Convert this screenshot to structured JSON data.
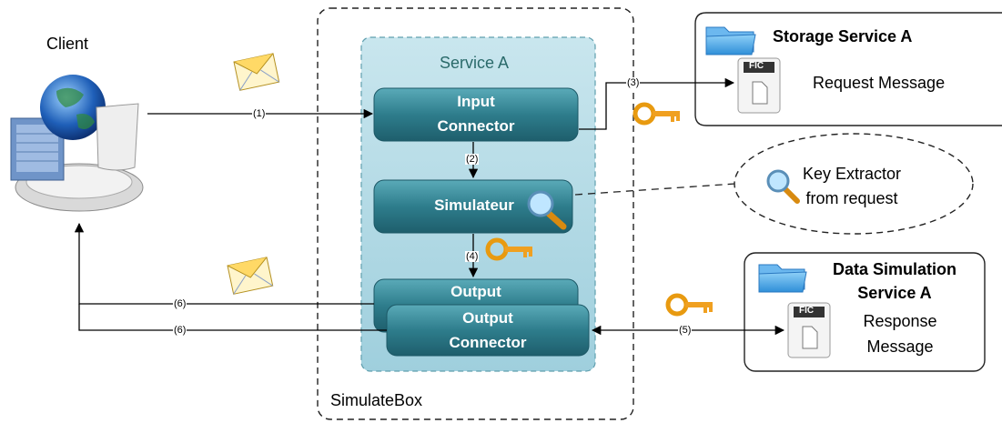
{
  "client": {
    "label": "Client"
  },
  "container": {
    "label": "SimulateBox"
  },
  "service": {
    "title": "Service A",
    "input_connector": [
      "Input",
      "Connector"
    ],
    "simulateur": "Simulateur",
    "output_connector_back": "Output",
    "output_connector": [
      "Output",
      "Connector"
    ]
  },
  "storage": {
    "title": "Storage Service A",
    "file_tag": "FIC",
    "item": "Request Message"
  },
  "key_extractor": {
    "lines": [
      "Key Extractor",
      "from request"
    ]
  },
  "data_sim": {
    "title": [
      "Data Simulation",
      "Service A"
    ],
    "file_tag": "FIC",
    "item": [
      "Response",
      "Message"
    ]
  },
  "edges": {
    "e1": "(1)",
    "e2": "(2)",
    "e3": "(3)",
    "e4": "(4)",
    "e5": "(5)",
    "e6a": "(6)",
    "e6b": "(6)"
  },
  "colors": {
    "service_bg": "#b7dbe6",
    "connector": "#2f7f8f",
    "key": "#f0a020",
    "folder": "#5aaee8"
  }
}
